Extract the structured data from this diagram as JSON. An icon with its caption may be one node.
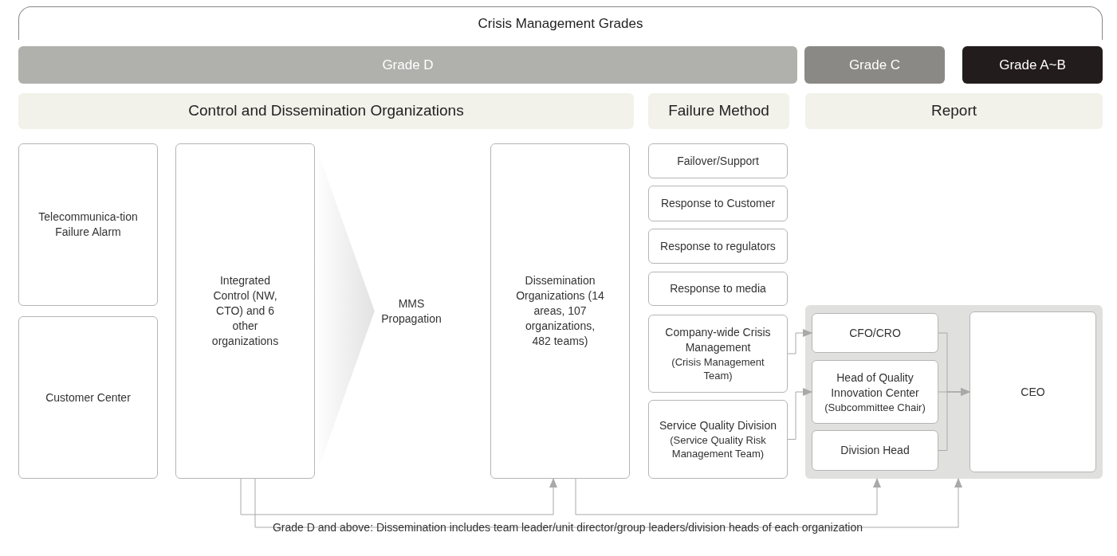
{
  "diagram": {
    "caption": "Grade D and above: Dissemination includes team leader/unit director/group leaders/division heads of each organization",
    "nodes": [
      {
        "text": [
          "Crisis Management Grades"
        ]
      },
      {
        "text": [
          "Grade D"
        ]
      },
      {
        "text": [
          "Grade C"
        ]
      },
      {
        "text": [
          "Grade A~B"
        ]
      },
      {
        "text": [
          "Control and Dissemination Organizations"
        ]
      },
      {
        "text": [
          "Failure Method"
        ]
      },
      {
        "text": [
          "Report"
        ]
      },
      {
        "text": [
          "Telecommunica-tion Failure Alarm"
        ]
      },
      {
        "text": [
          "Customer Center"
        ]
      },
      {
        "text": [
          "Integrated Control (NW, CTO) and 6 other organizations"
        ]
      },
      {
        "text": [
          "Dissemination Organizations (14 areas, 107 organizations, 482 teams)"
        ]
      },
      {
        "text": [
          "Failover/Support"
        ]
      },
      {
        "text": [
          "Response to Customer"
        ]
      },
      {
        "text": [
          "Response to regulators"
        ]
      },
      {
        "text": [
          "Response to media"
        ]
      },
      {
        "text": [
          "Company-wide Crisis Management",
          "(Crisis Management Team)"
        ]
      },
      {
        "text": [
          "Service Quality Division",
          "(Service Quality Risk Management Team)"
        ]
      },
      {
        "text": [],
        "shape": "box"
      },
      {
        "text": [
          "CFO/CRO"
        ],
        "in": 17
      },
      {
        "text": [
          "Head of Quality Innovation Center",
          "(Subcommittee Chair)"
        ],
        "in": 17
      },
      {
        "text": [
          "Division Head"
        ],
        "in": 17
      },
      {
        "text": [
          "CEO"
        ],
        "in": 17
      }
    ],
    "edges": [
      {
        "from": 9,
        "to": 10,
        "arrow": "to",
        "label": "MMS Propagation"
      },
      {
        "from": 15,
        "to": 18,
        "arrow": "to"
      },
      {
        "from": 16,
        "to": 19,
        "arrow": "to"
      },
      {
        "from": 18,
        "to": 21,
        "arrow": "to"
      },
      {
        "from": 19,
        "to": 21,
        "arrow": "to"
      },
      {
        "from": 20,
        "to": 21,
        "arrow": "to"
      },
      {
        "from": 9,
        "to": 10,
        "arrow": "to"
      },
      {
        "from": 10,
        "to": 17,
        "arrow": "to"
      },
      {
        "from": 9,
        "to": 17,
        "arrow": "to"
      }
    ]
  }
}
